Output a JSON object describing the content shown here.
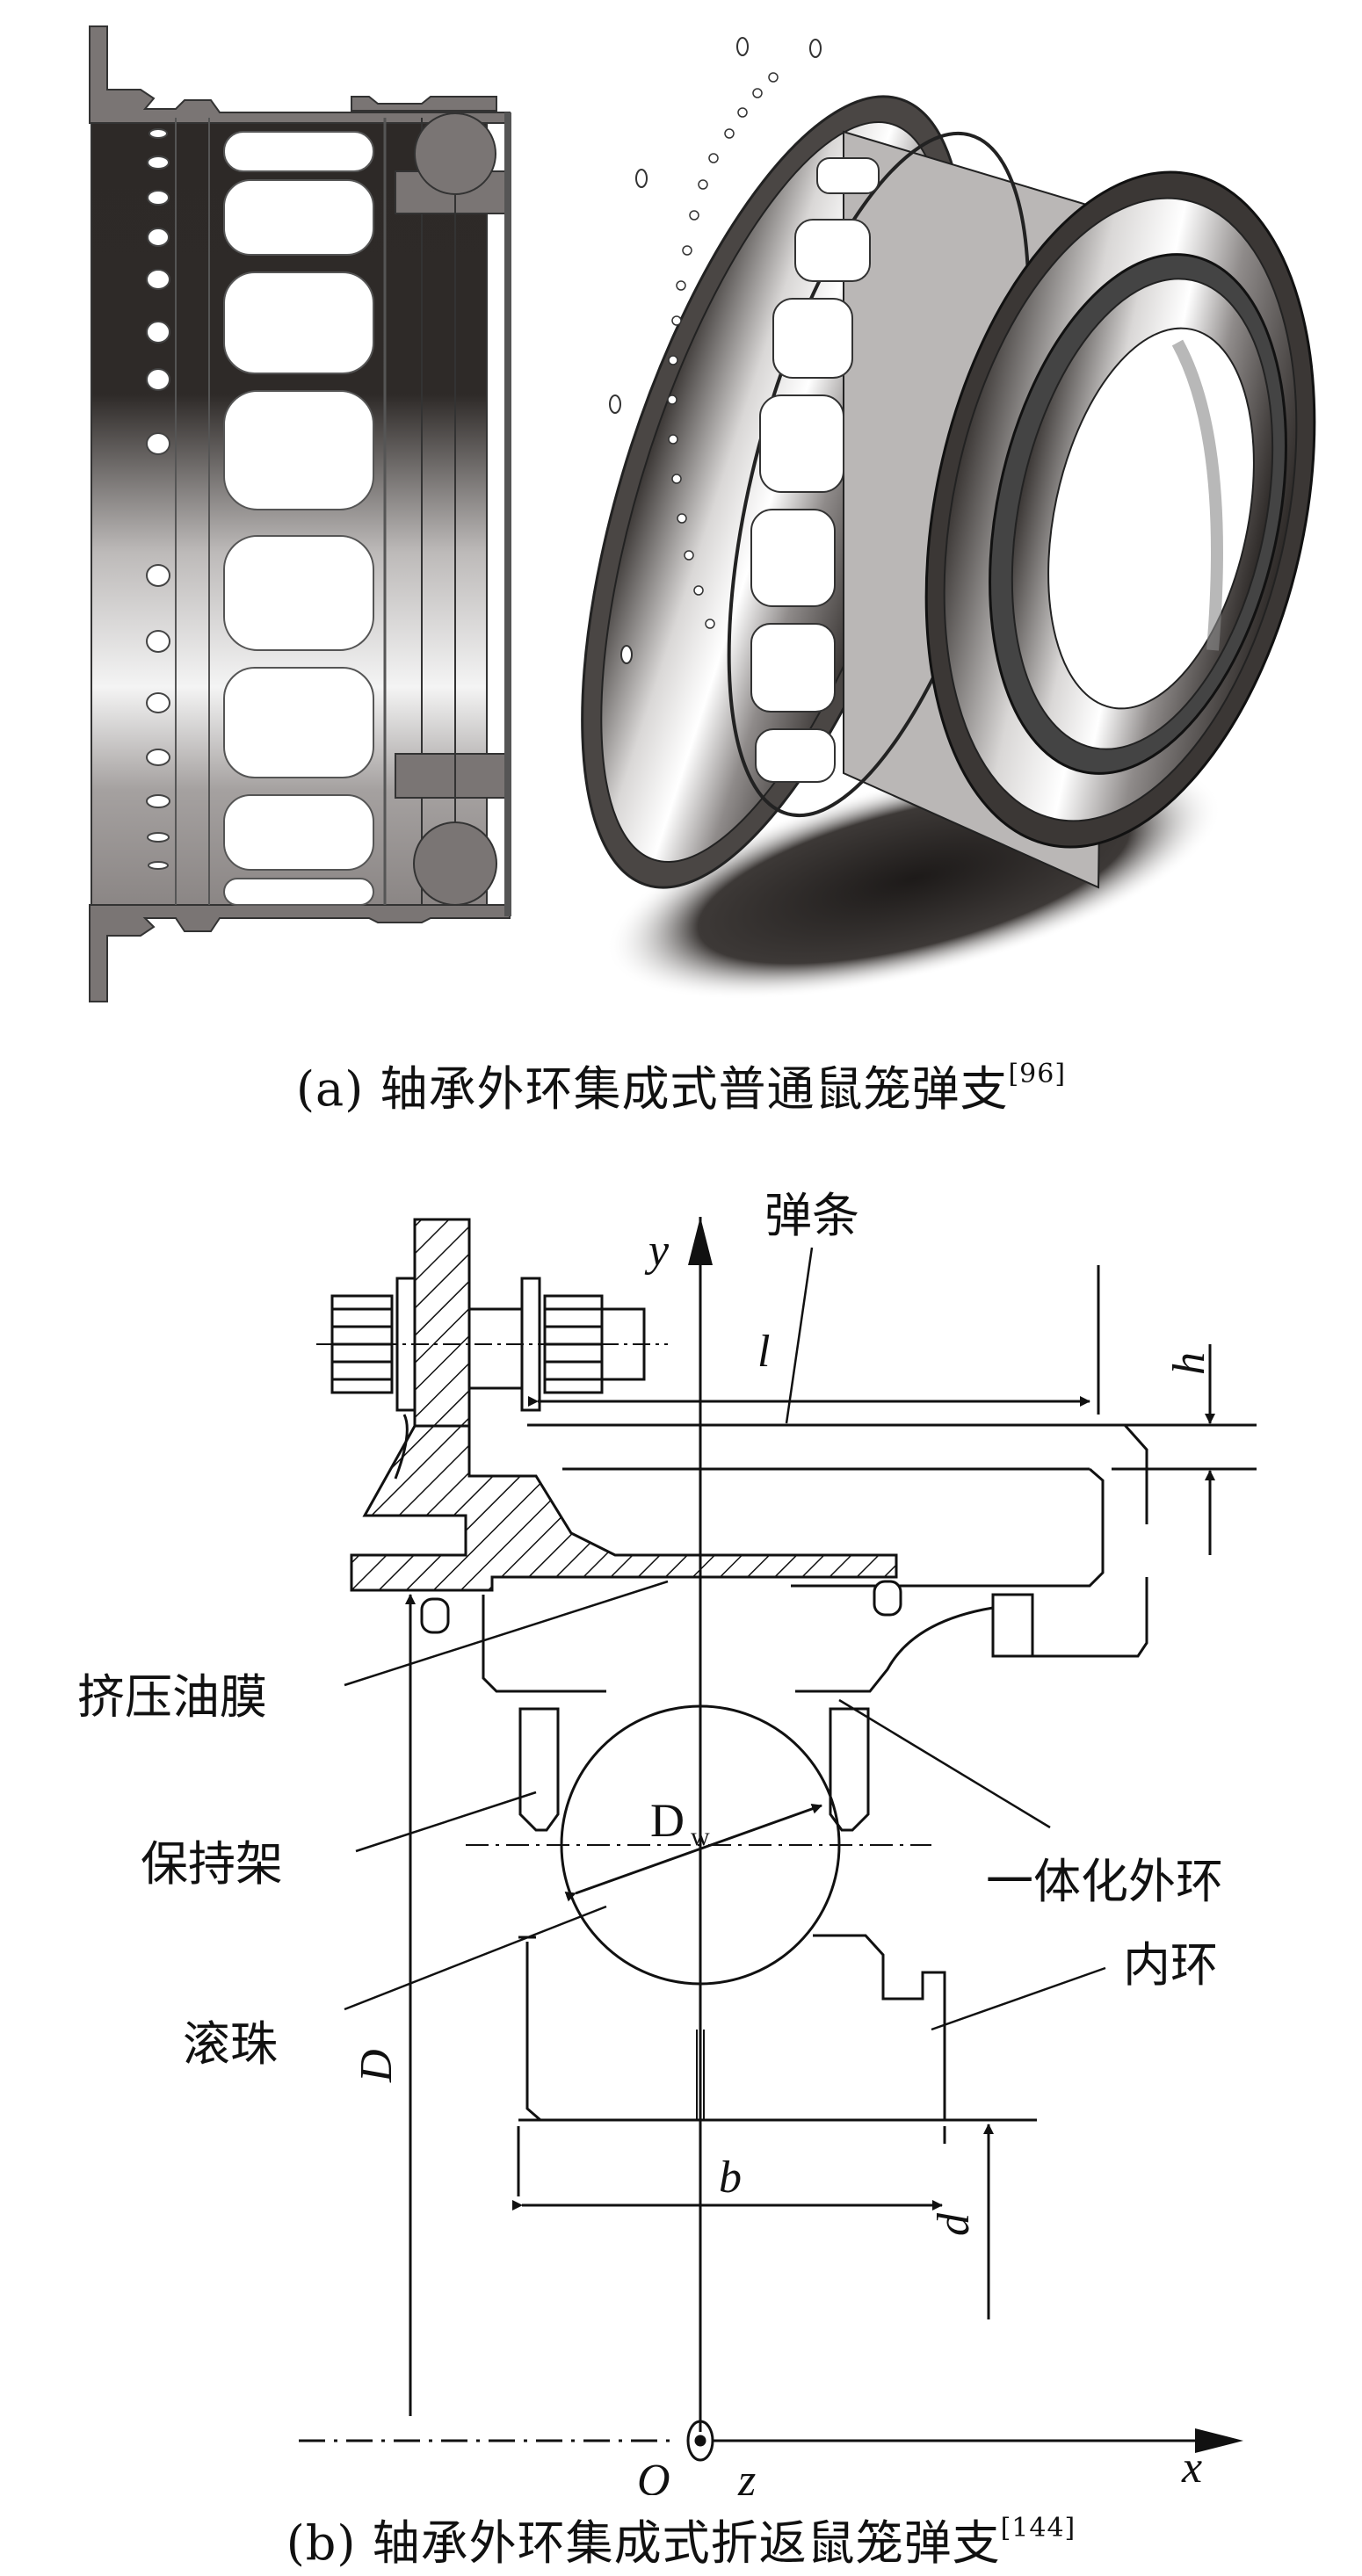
{
  "figure": {
    "panel_a": {
      "caption_prefix": "(a) ",
      "caption_text": "轴承外环集成式普通鼠笼弹支",
      "caption_ref": "[96]",
      "views": [
        "cross-section",
        "3d-render"
      ]
    },
    "panel_b": {
      "caption_prefix": "(b) ",
      "caption_text": "轴承外环集成式折返鼠笼弹支",
      "caption_ref": "[144]",
      "labels": {
        "spring_bar": "弹条",
        "squeeze_film": "挤压油膜",
        "cage": "保持架",
        "ball": "滚珠",
        "integrated_outer_ring": "一体化外环",
        "inner_ring": "内环"
      },
      "symbols": {
        "y_axis": "y",
        "x_axis": "x",
        "z_axis": "z",
        "origin": "O",
        "length": "l",
        "height": "h",
        "ball_diameter_main": "D",
        "ball_diameter_sub": "w",
        "outer_diameter": "D",
        "inner_diameter": "d",
        "width": "b"
      }
    }
  },
  "colors": {
    "ink": "#111111",
    "metal_dark": "#2e2a28",
    "metal_mid": "#7a7574",
    "metal_light": "#d8d6d5",
    "section_fill": "#6f6a69"
  }
}
